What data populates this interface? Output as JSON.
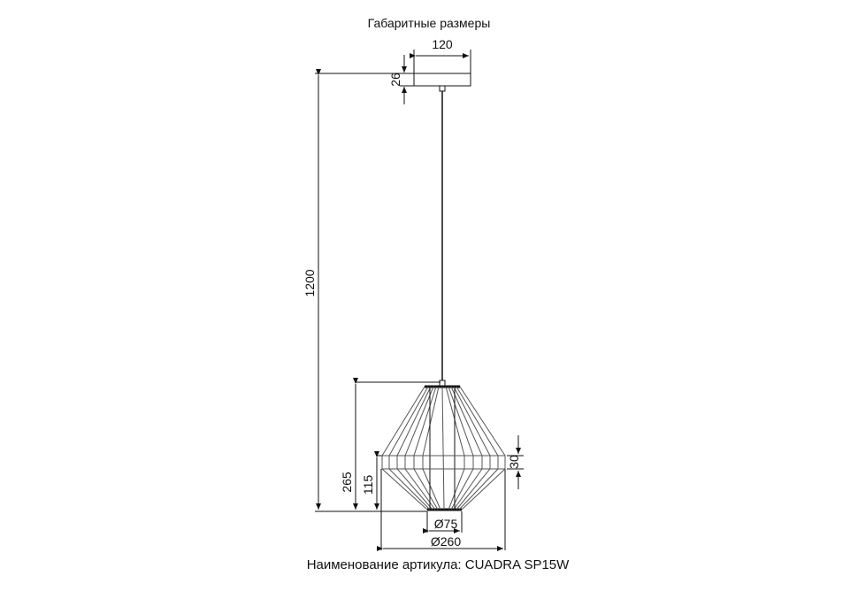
{
  "header": {
    "title": "Габаритные размеры"
  },
  "footer": {
    "caption": "Наименование артикула: CUADRA SP15W"
  },
  "dimensions": {
    "canopy_width": "120",
    "canopy_height": "26",
    "total_height": "1200",
    "shade_height": "265",
    "lower_height": "115",
    "band_height": "30",
    "bottom_diameter": "Ø75",
    "max_diameter": "Ø260"
  },
  "colors": {
    "line": "#111111",
    "wire": "#555555"
  }
}
